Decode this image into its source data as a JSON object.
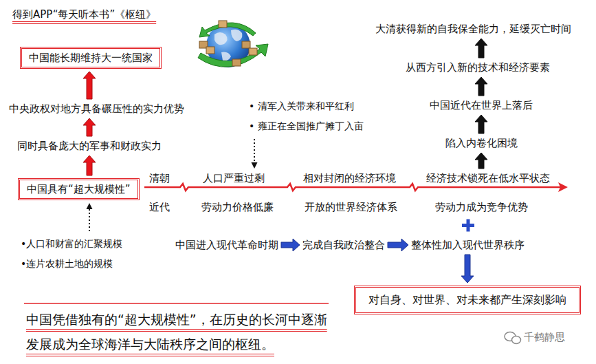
{
  "diagram": {
    "title": "得到APP“每天听本书”《枢纽》",
    "caption": "中国凭借独有的“超大规模性”，在历史的长河中逐渐发展成为全球海洋与大陆秩序之间的枢纽。",
    "nodes": [
      {
        "text": [
          "中国能长期维持大一统国家"
        ]
      },
      {
        "text": [
          "中央政权对地方具备碾压性的实力优势"
        ]
      },
      {
        "text": [
          "同时具备庞大的军事和财政实力"
        ]
      },
      {
        "text": [
          "中国具有“超大规模性”"
        ]
      },
      {
        "text": [
          "•人口和财富的汇聚规模",
          "•连片农耕土地的规模"
        ]
      },
      {
        "text": [
          "• 清军入关带来和平红利",
          "• 雍正在全国推广摊丁入亩"
        ]
      },
      {
        "text": [
          "人口严重过剩"
        ]
      },
      {
        "text": [
          "相对封闭的经济环境"
        ]
      },
      {
        "text": [
          "经济技术锁死在低水平状态"
        ]
      },
      {
        "text": [
          "陷入内卷化困境"
        ]
      },
      {
        "text": [
          "中国近代在世界上落后"
        ]
      },
      {
        "text": [
          "从西方引入新的技术和经济要素"
        ]
      },
      {
        "text": [
          "大清获得新的自我保全能力，延缓灭亡时间"
        ]
      },
      {
        "text": [
          "劳动力价格低廉"
        ]
      },
      {
        "text": [
          "开放的世界经济体系"
        ]
      },
      {
        "text": [
          "劳动力成为竞争优势"
        ]
      },
      {
        "text": [
          "中国进入现代革命时期"
        ]
      },
      {
        "text": [
          "完成自我政治整合"
        ]
      },
      {
        "text": [
          "整体性加入现代世界秩序"
        ]
      },
      {
        "text": [
          "对自身、对世界、对未来都产生深刻影响"
        ]
      }
    ],
    "edges": [
      {
        "from": 3,
        "to": 2,
        "arrow": "to"
      },
      {
        "from": 2,
        "to": 1,
        "arrow": "to"
      },
      {
        "from": 1,
        "to": 0,
        "arrow": "to"
      },
      {
        "from": 4,
        "to": 3,
        "arrow": "to"
      },
      {
        "from": 5,
        "to": 6,
        "arrow": "to"
      },
      {
        "from": 8,
        "to": 9,
        "arrow": "to"
      },
      {
        "from": 9,
        "to": 10,
        "arrow": "to"
      },
      {
        "from": 10,
        "to": 11,
        "arrow": "to"
      },
      {
        "from": 11,
        "to": 12,
        "arrow": "to"
      },
      {
        "from": 16,
        "to": 17,
        "arrow": "to"
      },
      {
        "from": 17,
        "to": 18,
        "arrow": "to"
      },
      {
        "from": 18,
        "to": 19,
        "arrow": "to"
      }
    ],
    "labels": [
      "清朝",
      "近代",
      "千鹤静思"
    ]
  }
}
